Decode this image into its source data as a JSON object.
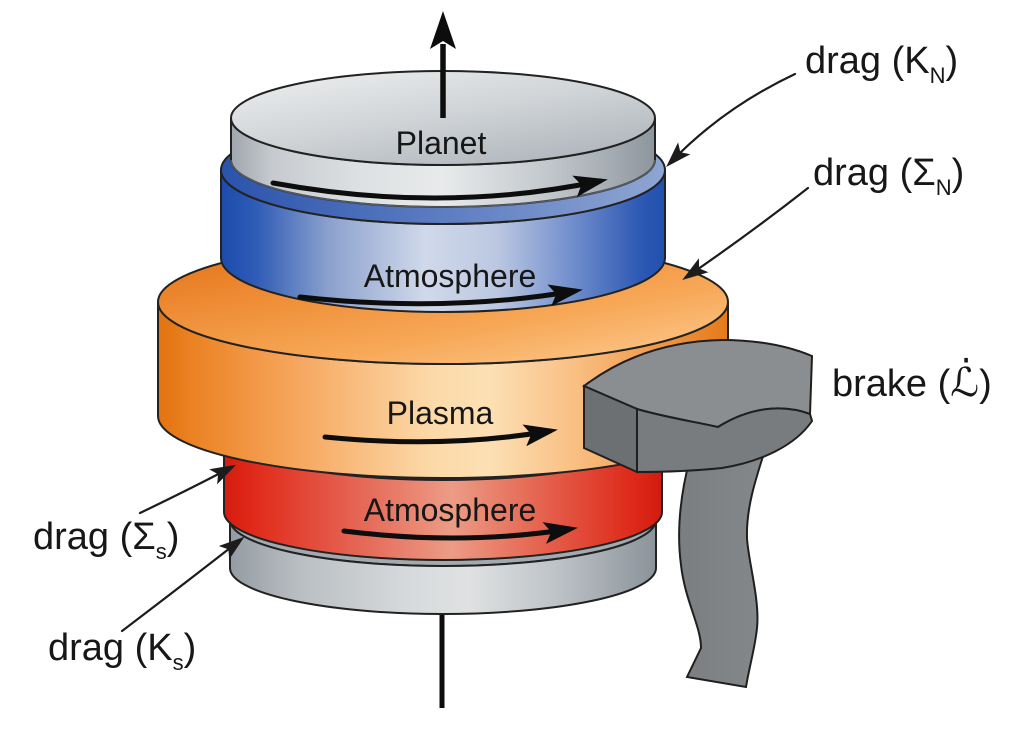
{
  "diagram": {
    "kind": "planetary-angular-momentum-schematic",
    "layer_labels": {
      "planet": "Planet",
      "atmosphere_north": "Atmosphere",
      "plasma": "Plasma",
      "atmosphere_south": "Atmosphere"
    },
    "annotations": {
      "drag_kn": {
        "pre": "drag (K",
        "sub": "N",
        "post": ")"
      },
      "drag_sigma_n": {
        "pre": "drag (Σ",
        "sub": "N",
        "post": ")"
      },
      "brake": {
        "pre": "brake (",
        "sym": "ℒ̇",
        "post": ")"
      },
      "drag_sigma_s": {
        "pre": "drag (Σ",
        "sub": "s",
        "post": ")"
      },
      "drag_ks": {
        "pre": "drag (K",
        "sub": "s",
        "post": ")"
      }
    },
    "colors": {
      "planet_gray": "#d7dadc",
      "atmosphere_north_blue": "#2a55b0",
      "plasma_orange": "#f29a4a",
      "atmosphere_south_red": "#dd2015",
      "planet_south_gray": "#c2c7ca",
      "brake_gray": "#7d8082",
      "outline": "#222222",
      "text": "#171717",
      "background": "#ffffff"
    }
  }
}
